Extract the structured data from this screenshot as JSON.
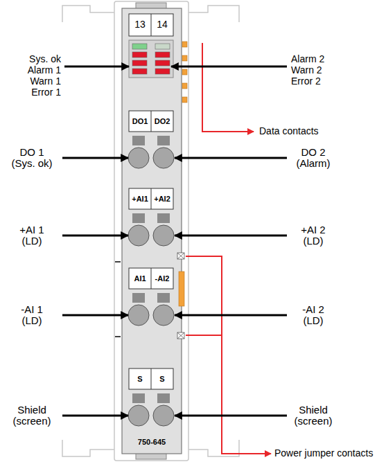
{
  "diagram": {
    "labels": [
      "13",
      "14",
      "Sys. ok",
      "Alarm 1",
      "Warn 1",
      "Error 1",
      "Alarm 2",
      "Warn 2",
      "Error 2",
      "Data contacts",
      "DO1",
      "DO2",
      "DO 1 (Sys. ok)",
      "DO 2 (Alarm)",
      "+AI1",
      "+AI2",
      "+AI 1 (LD)",
      "+AI 2 (LD)",
      "AI1",
      "-AI2",
      "-AI 1 (LD)",
      "-AI 2 (LD)",
      "S",
      "S",
      "Shield (screen)",
      "Shield (screen)",
      "750-645",
      "Power jumper contacts"
    ]
  }
}
